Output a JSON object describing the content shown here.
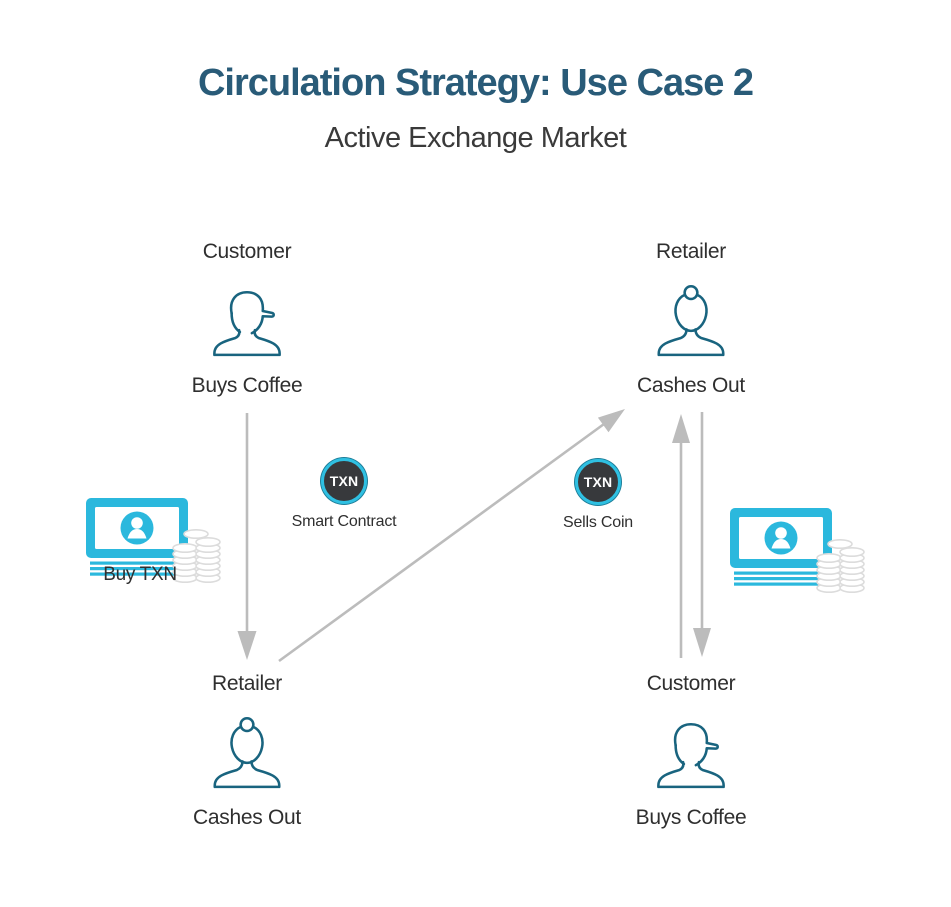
{
  "title": "Circulation Strategy: Use Case 2",
  "subtitle": "Active Exchange Market",
  "actors": {
    "top_left": {
      "role": "Customer",
      "action": "Buys Coffee"
    },
    "top_right": {
      "role": "Retailer",
      "action": "Cashes Out"
    },
    "bottom_left": {
      "role": "Retailer",
      "action": "Cashes Out"
    },
    "bottom_right": {
      "role": "Customer",
      "action": "Buys Coffee"
    }
  },
  "tokens": {
    "smart_contract": {
      "coin": "TXN",
      "label": "Smart Contract"
    },
    "sells_coin": {
      "coin": "TXN",
      "label": "Sells Coin"
    }
  },
  "money": {
    "buy_label": "Buy TXN"
  },
  "icons": {
    "top_left": "customer-icon",
    "top_right": "retailer-icon",
    "bottom_left": "retailer-icon",
    "bottom_right": "customer-icon",
    "left": "cash-and-coins-icon",
    "right": "cash-and-coins-icon"
  },
  "colors": {
    "title_blue": "#295b78",
    "person_teal": "#19647f",
    "cash_cyan": "#2bb8dd",
    "coin_dark": "#37393c",
    "coin_ring": "#2fc0e2",
    "arrow_gray": "#bcbcbc",
    "text_dark": "#2f2f2f"
  }
}
